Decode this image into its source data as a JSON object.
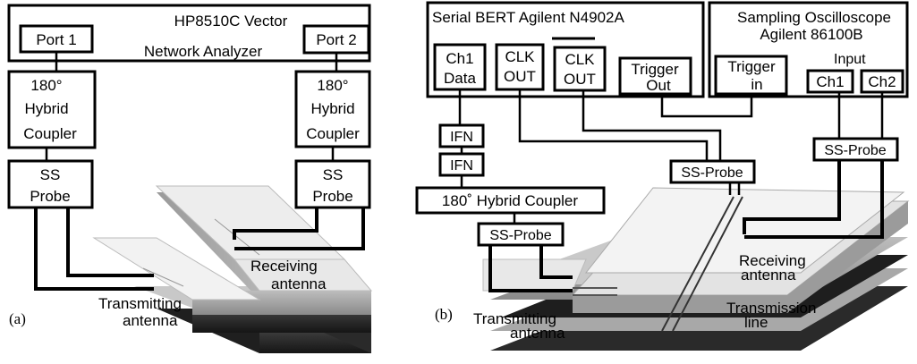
{
  "panel_a": {
    "label": "(a)",
    "analyzer": {
      "title_line1": "HP8510C Vector",
      "title_line2": "Network Analyzer"
    },
    "port1": "Port 1",
    "port2": "Port 2",
    "coupler_left": {
      "line1": "180°",
      "line2": "Hybrid",
      "line3": "Coupler"
    },
    "coupler_right": {
      "line1": "180°",
      "line2": "Hybrid",
      "line3": "Coupler"
    },
    "probe_left": {
      "line1": "SS",
      "line2": "Probe"
    },
    "probe_right": {
      "line1": "SS",
      "line2": "Probe"
    },
    "receiving": {
      "line1": "Receiving",
      "line2": "antenna"
    },
    "transmitting": {
      "line1": "Transmitting",
      "line2": "antenna"
    }
  },
  "panel_b": {
    "label": "(b)",
    "bert": {
      "title": "Serial BERT Agilent  N4902A"
    },
    "ch1_data": {
      "line1": "Ch1",
      "line2": "Data"
    },
    "clk_out_1": {
      "line1": "CLK",
      "line2": "OUT"
    },
    "clk_out_2": {
      "line1": "CLK",
      "line2": "OUT"
    },
    "trigger_out": {
      "line1": "Trigger",
      "line2": "Out"
    },
    "scope": {
      "line1": "Sampling Oscilloscope",
      "line2": "Agilent 86100B"
    },
    "trigger_in": {
      "line1": "Trigger",
      "line2": "in"
    },
    "input_label": "Input",
    "ch1": "Ch1",
    "ch2": "Ch2",
    "ifn1": "IFN",
    "ifn2": "IFN",
    "hybrid": "180˚ Hybrid Coupler",
    "probe_bottom": "SS-Probe",
    "probe_mid": "SS-Probe",
    "probe_right": "SS-Probe",
    "receiving": {
      "line1": "Receiving",
      "line2": "antenna"
    },
    "transmitting": {
      "line1": "Transmitting",
      "line2": "antenna"
    },
    "transmission": {
      "line1": "Transmission",
      "line2": "line"
    }
  }
}
